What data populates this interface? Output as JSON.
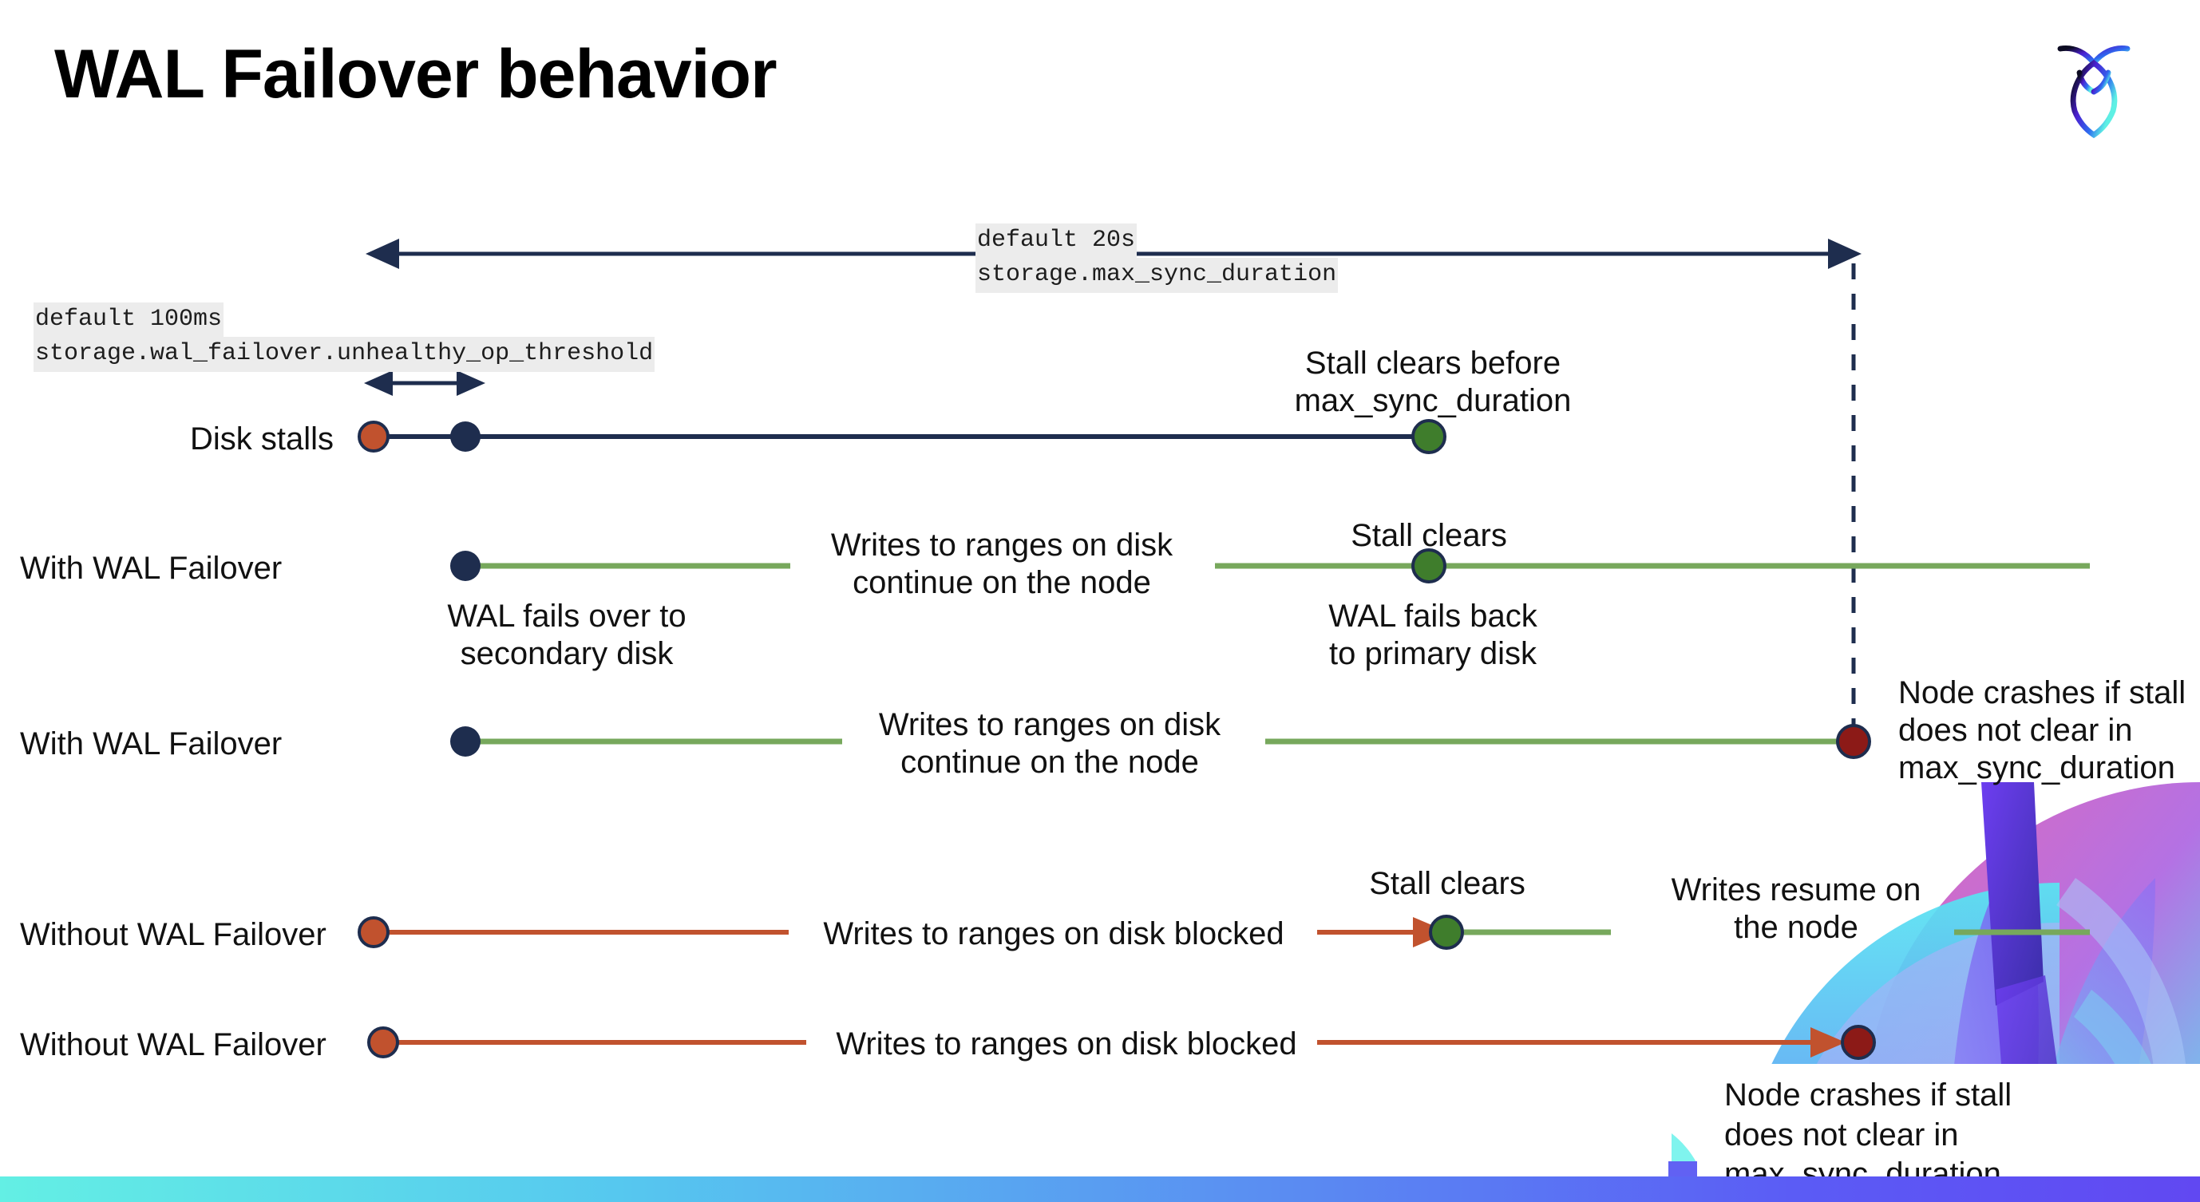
{
  "slide": {
    "title": "WAL Failover behavior",
    "logo_name": "cockroachdb-logo"
  },
  "settings": {
    "unhealthy_threshold": {
      "default": "default 100ms",
      "name": "storage.wal_failover.unhealthy_op_threshold"
    },
    "max_sync_duration": {
      "default": "default 20s",
      "name": "storage.max_sync_duration"
    }
  },
  "rows": [
    {
      "label": "Disk stalls"
    },
    {
      "label": "With WAL Failover"
    },
    {
      "label": "With WAL Failover"
    },
    {
      "label": "Without WAL Failover"
    },
    {
      "label": "Without WAL Failover"
    }
  ],
  "annotations": {
    "stall_clears_before": "Stall clears before\nmax_sync_duration",
    "stall_clears_1": "Stall clears",
    "stall_clears_2": "Stall clears",
    "wal_fails_over": "WAL fails over to\nsecondary disk",
    "wal_fails_back": "WAL fails  back\nto primary disk",
    "writes_continue_1": "Writes to ranges on disk\ncontinue on the node",
    "writes_continue_2": "Writes to ranges on disk\ncontinue on the node",
    "node_crashes_1": "Node crashes if stall\ndoes not clear in\nmax_sync_duration",
    "node_crashes_2": "Node crashes if stall\ndoes not clear in\nmax_sync_duration",
    "writes_blocked_1": "Writes to ranges on disk  blocked",
    "writes_blocked_2": "Writes to ranges on disk  blocked",
    "writes_resume": "Writes resume on\nthe node"
  },
  "colors": {
    "navy": "#1e2d4e",
    "orange": "#c1522e",
    "green_line": "#77a85c",
    "green_dot": "#3f7d2c",
    "dark_red": "#8c1a17",
    "code_bg": "#ececec",
    "bar_start": "#63efe4",
    "bar_end": "#6148f2"
  }
}
